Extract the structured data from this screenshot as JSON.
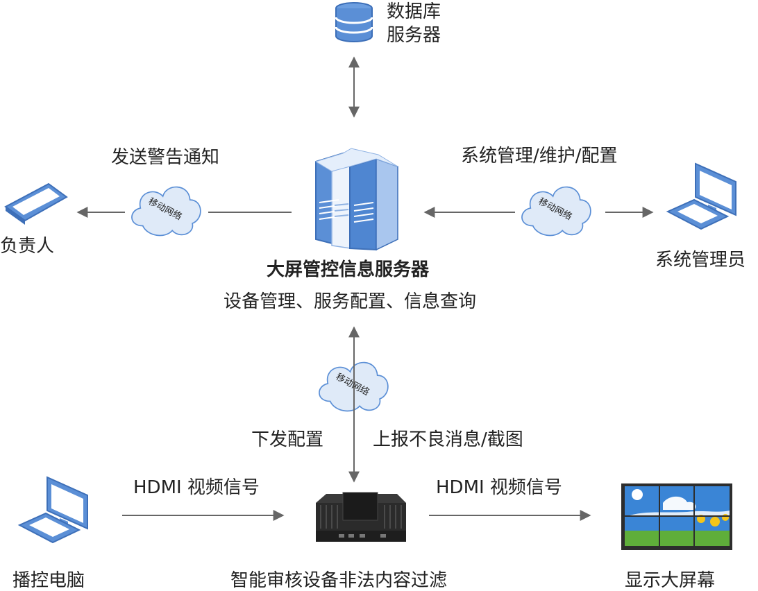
{
  "nodes": {
    "database": {
      "line1": "数据库",
      "line2": "服务器"
    },
    "main_server": {
      "title": "大屏管控信息服务器",
      "subtitle": "设备管理、服务配置、信息查询"
    },
    "owner": {
      "label": "负责人"
    },
    "sys_admin": {
      "label": "系统管理员"
    },
    "player_pc": {
      "label": "播控电脑"
    },
    "filter_device": {
      "label": "智能审核设备非法内容过滤"
    },
    "big_screen": {
      "label": "显示大屏幕"
    }
  },
  "edges": {
    "alert": "发送警告通知",
    "sys_mgmt": "系统管理/维护/配置",
    "send_config": "下发配置",
    "report": "上报不良消息/截图",
    "hdmi_in": "HDMI 视频信号",
    "hdmi_out": "HDMI 视频信号"
  },
  "cloud_label": "移动网络",
  "colors": {
    "accent": "#5b8fd6",
    "light": "#dfeaf8",
    "arrow": "#666666"
  }
}
